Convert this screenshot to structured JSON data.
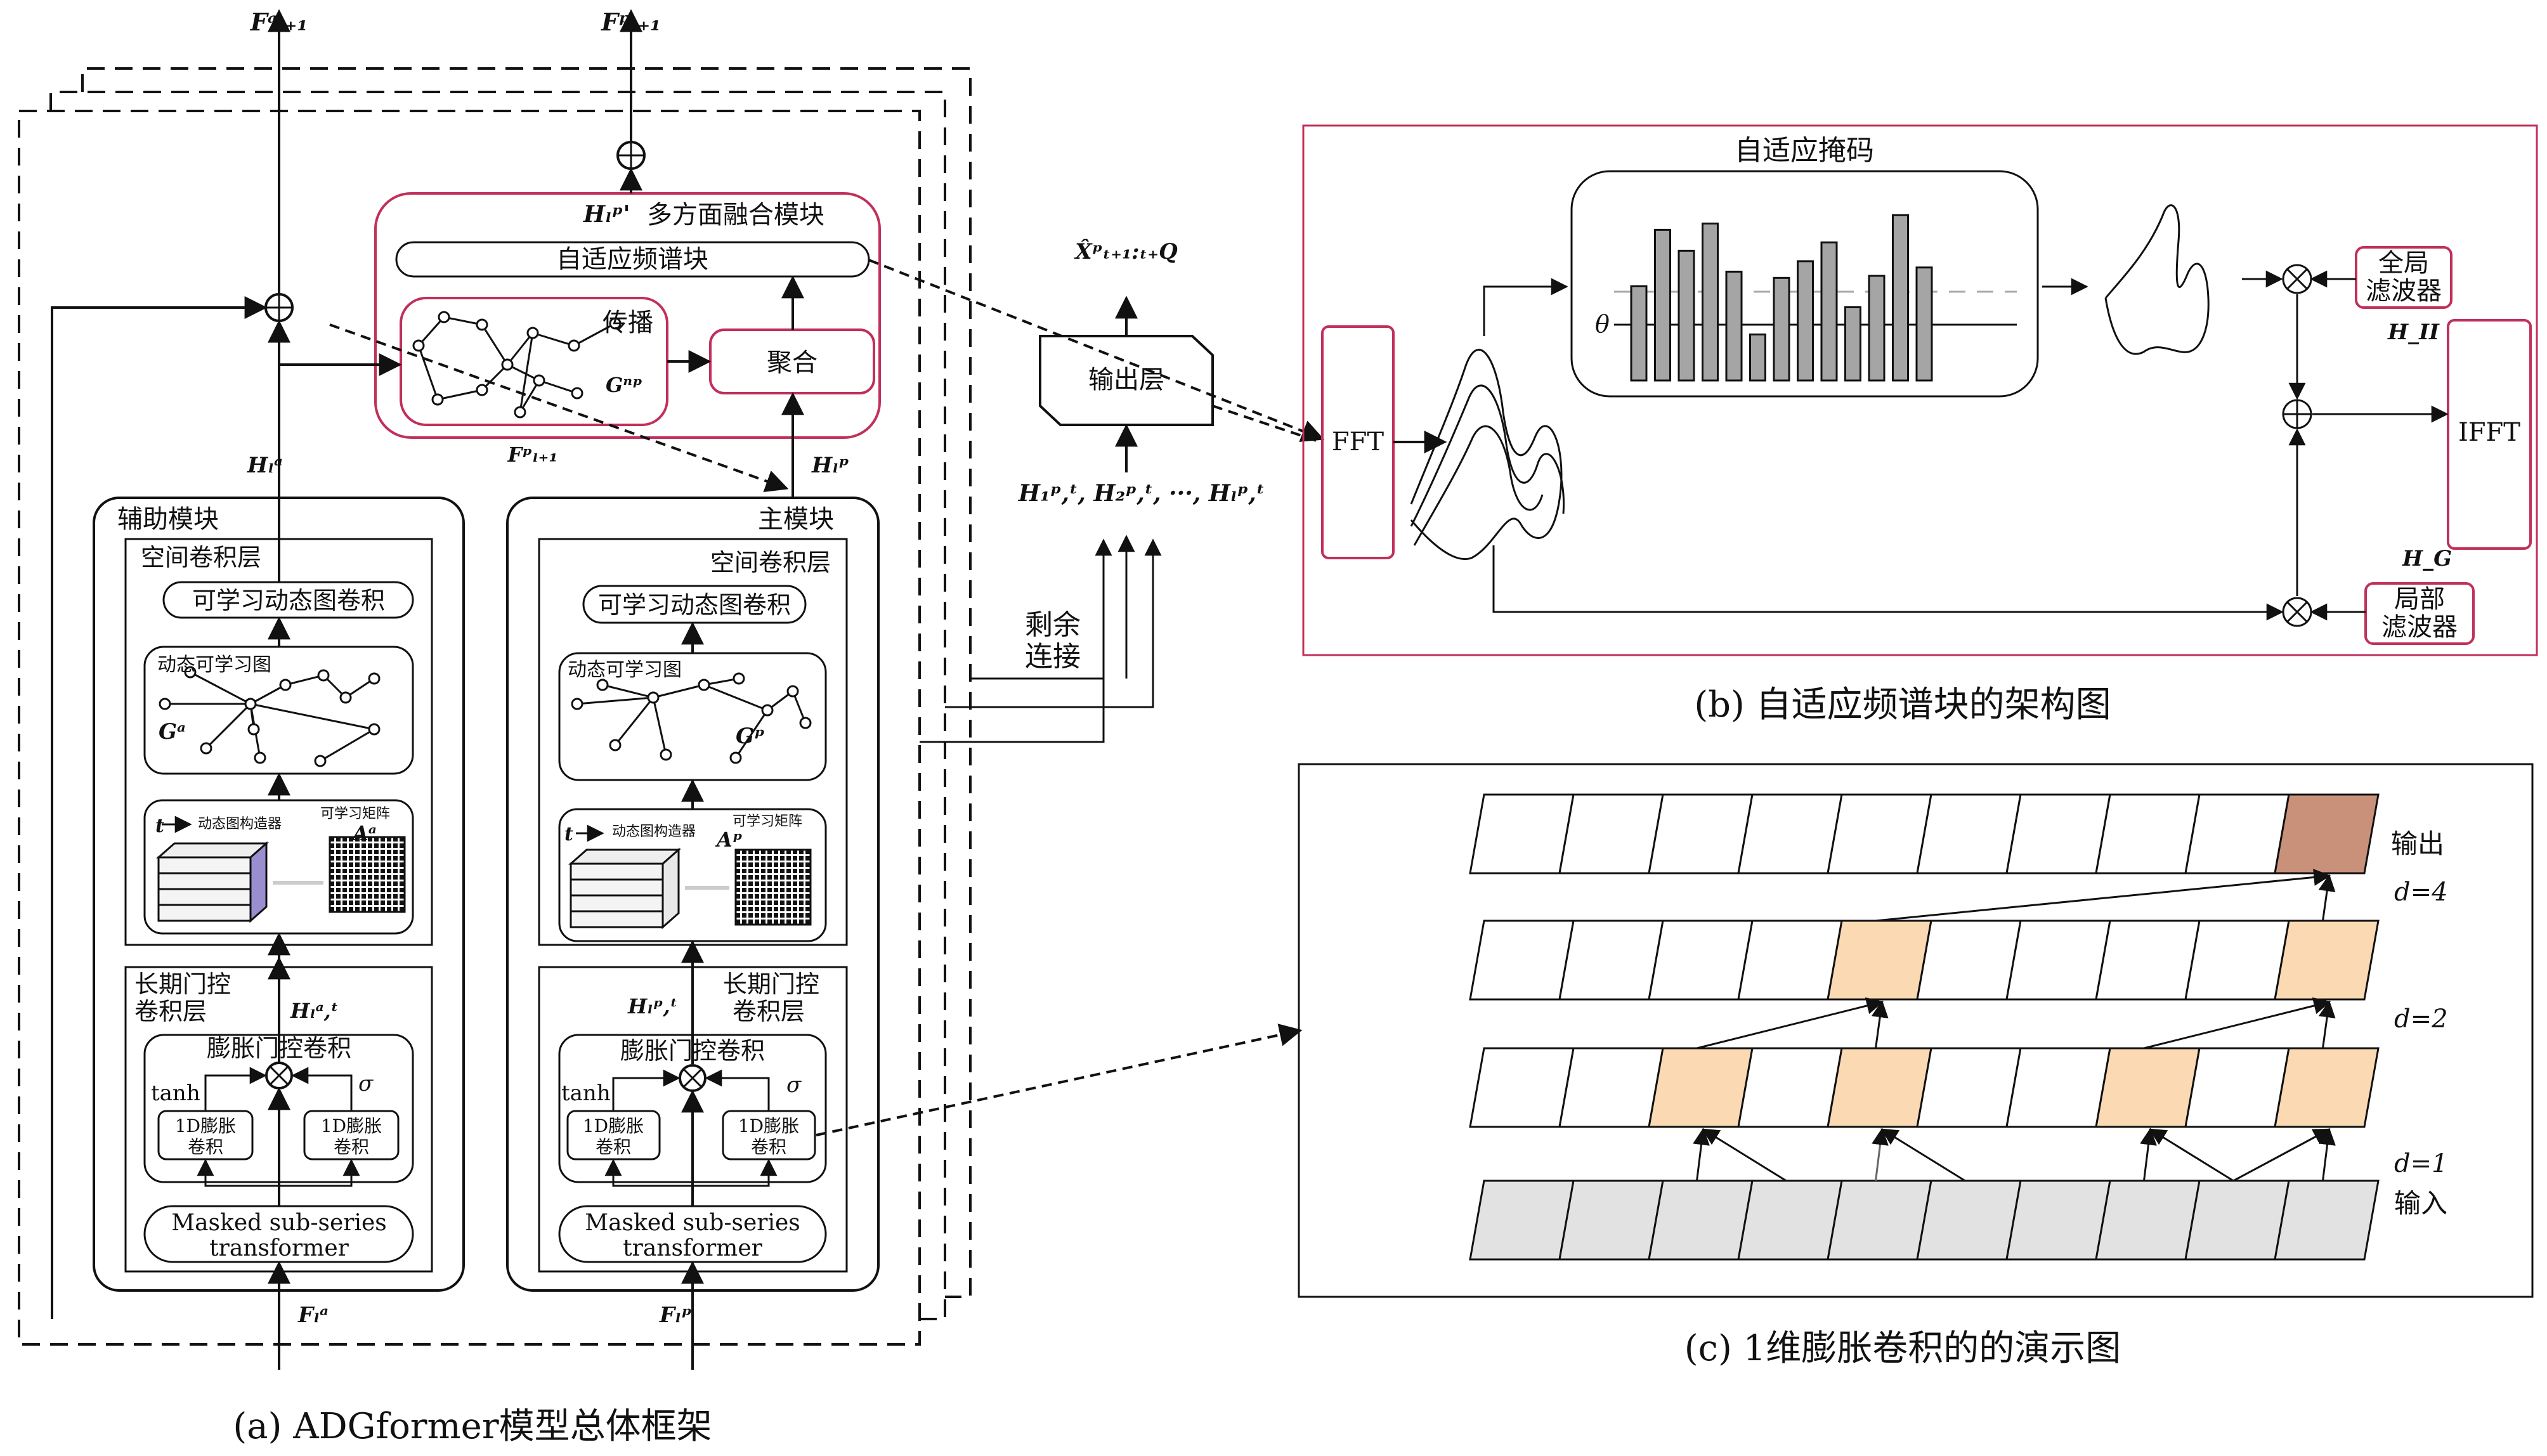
{
  "captions": {
    "a": "(a) ADGformer模型总体框架",
    "b": "(b) 自适应频谱块的架构图",
    "c": "(c) 1维膨胀卷积的的演示图"
  },
  "panel_a": {
    "out_aux": "Fᵃₗ₊₁",
    "out_main": "Fᵖₗ₊₁",
    "fusion_title": "多方面融合模块",
    "fusion_h": "Hₗᵖ'",
    "adaptive_block": "自适应频谱块",
    "propagate": "传播",
    "graph_np": "Gⁿᵖ",
    "aggregate": "聚合",
    "f_next_p": "Fᵖₗ₊₁",
    "h_a": "Hₗᵃ",
    "h_p": "Hₗᵖ",
    "aux": {
      "title": "辅助模块",
      "spatial": "空间卷积层",
      "ldgc": "可学习动态图卷积",
      "dyn_graph": "动态可学习图",
      "graph": "Gᵃ",
      "constructor": "动态图构造器",
      "matrix_label": "可学习矩阵",
      "matrix": "Aᵃ",
      "t": "t",
      "long_gate_1": "长期门控",
      "long_gate_2": "卷积层",
      "h_t": "Hₗᵃ,ᵗ",
      "dilated": "膨胀门控卷积",
      "tanh": "tanh",
      "sigma": "σ",
      "conv1": "1D膨胀",
      "conv2": "卷积",
      "masked1": "Masked sub-series",
      "masked2": "transformer",
      "input": "Fₗᵃ"
    },
    "main": {
      "title": "主模块",
      "spatial": "空间卷积层",
      "ldgc": "可学习动态图卷积",
      "dyn_graph": "动态可学习图",
      "graph": "Gᵖ",
      "constructor": "动态图构造器",
      "matrix_label": "可学习矩阵",
      "matrix": "Aᵖ",
      "t": "t",
      "long_gate_1": "长期门控",
      "long_gate_2": "卷积层",
      "h_t": "Hₗᵖ,ᵗ",
      "dilated": "膨胀门控卷积",
      "tanh": "tanh",
      "sigma": "σ",
      "conv1": "1D膨胀",
      "conv2": "卷积",
      "masked1": "Masked sub-series",
      "masked2": "transformer",
      "input": "Fₗᵖ"
    },
    "output_layer": "输出层",
    "x_hat": "X̂ᵖₜ₊₁:ₜ₊Q",
    "h_list": "H₁ᵖ,ᵗ, H₂ᵖ,ᵗ, ···, Hₗᵖ,ᵗ",
    "residual_1": "剩余",
    "residual_2": "连接"
  },
  "panel_b": {
    "mask_title": "自适应掩码",
    "fft": "FFT",
    "ifft": "IFFT",
    "theta": "θ",
    "global_1": "全局",
    "global_2": "滤波器",
    "local_1": "局部",
    "local_2": "滤波器",
    "h_global": "H_II",
    "h_local": "H_G",
    "bar_heights": [
      0.45,
      0.72,
      0.62,
      0.75,
      0.52,
      0.22,
      0.49,
      0.57,
      0.66,
      0.35,
      0.5,
      0.79,
      0.54
    ]
  },
  "panel_c": {
    "output": "输出",
    "input": "输入",
    "d4": "d=4",
    "d2": "d=2",
    "d1": "d=1"
  },
  "colors": {
    "pink": "#c0305a",
    "orange_cell": "#fbd9b3",
    "output_cell": "#c9917a",
    "input_cell": "#e2e2e2"
  }
}
